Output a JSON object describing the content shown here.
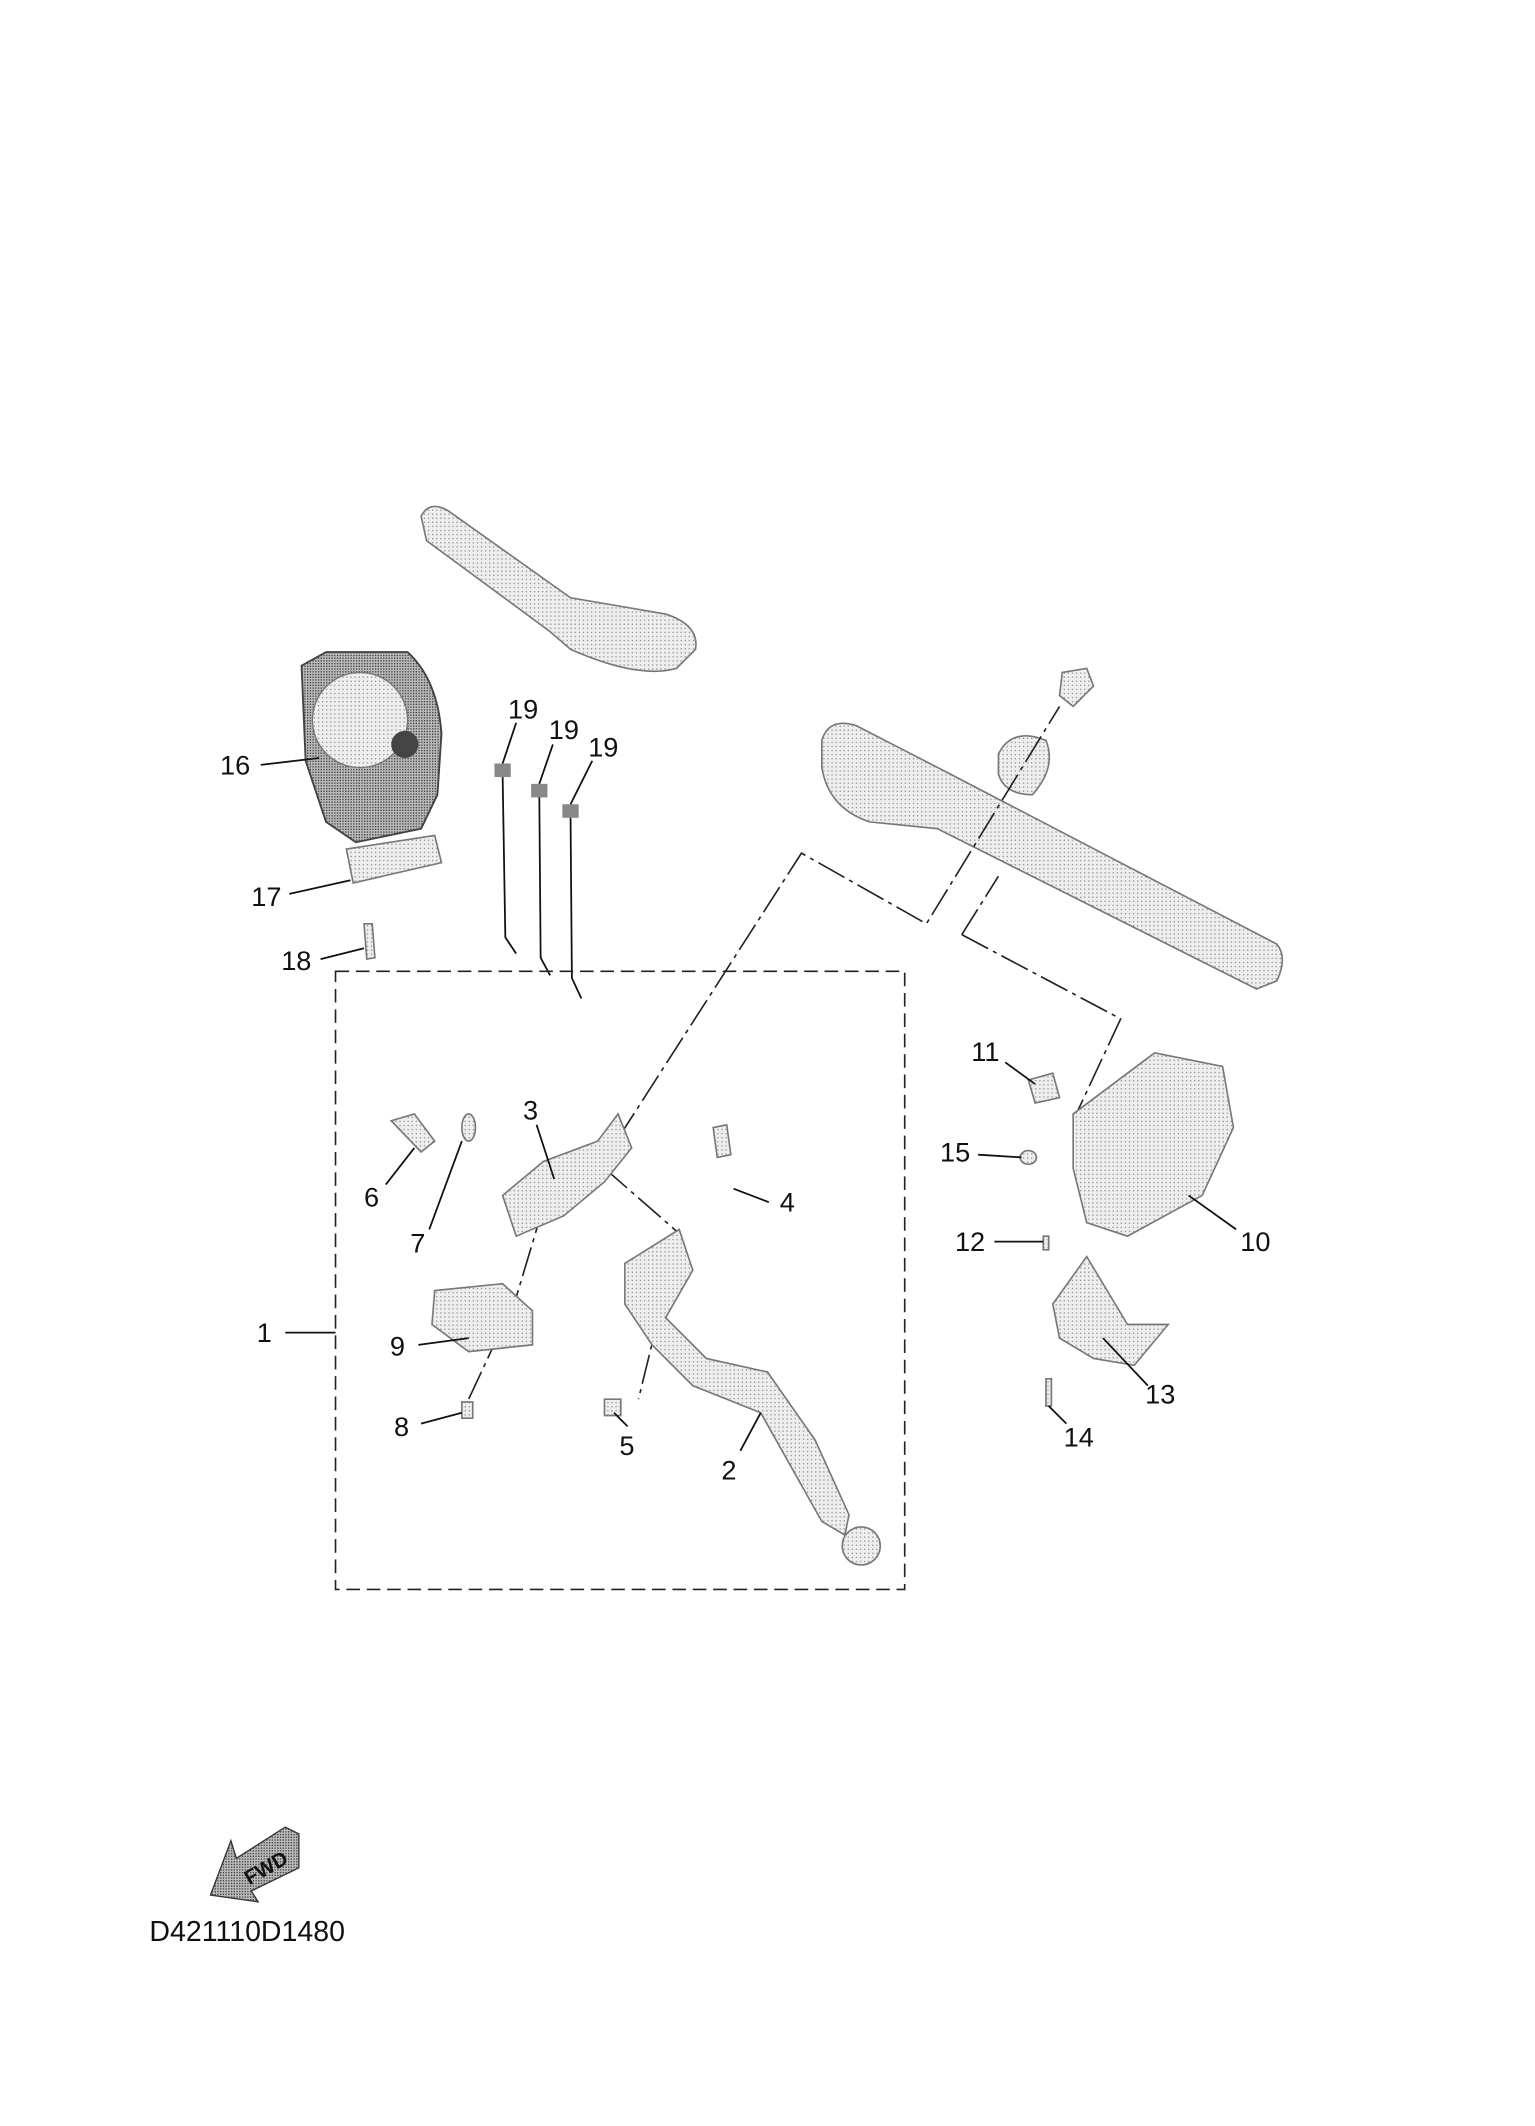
{
  "diagram": {
    "code": "D421110D1480",
    "fwd_label": "FWD",
    "callouts": {
      "c1": "1",
      "c2": "2",
      "c3": "3",
      "c4": "4",
      "c5": "5",
      "c6": "6",
      "c7": "7",
      "c8": "8",
      "c9": "9",
      "c10": "10",
      "c11": "11",
      "c12": "12",
      "c13": "13",
      "c14": "14",
      "c15": "15",
      "c16": "16",
      "c17": "17",
      "c18": "18",
      "c19a": "19",
      "c19b": "19",
      "c19c": "19"
    }
  }
}
